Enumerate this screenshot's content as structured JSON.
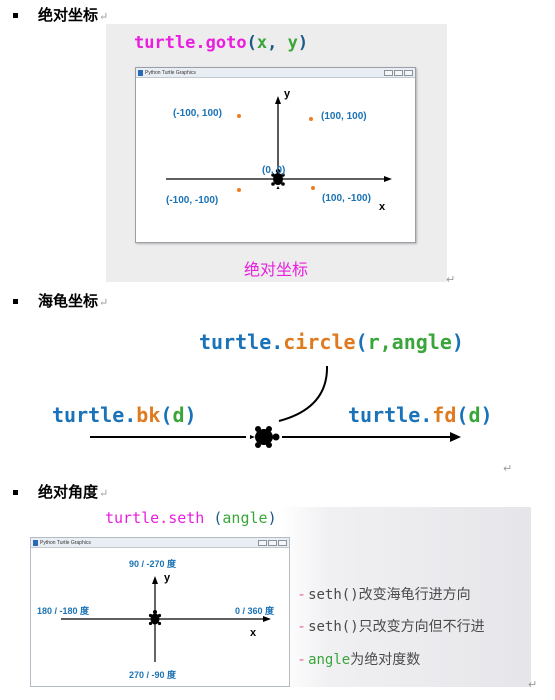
{
  "section1": {
    "heading": "绝对坐标",
    "code": {
      "obj": "turtle.",
      "method": "goto",
      "open": "(",
      "x": "x",
      "comma": ", ",
      "y": "y",
      "close": ")"
    },
    "window_title": "Python Turtle Graphics",
    "points": [
      "(-100, 100)",
      "(100, 100)",
      "(-100, -100)",
      "(100, -100)"
    ],
    "origin": "(0, 0)",
    "x_axis": "x",
    "y_axis": "y",
    "caption": "绝对坐标"
  },
  "section2": {
    "heading": "海龟坐标",
    "circle": {
      "obj": "turtle.",
      "method": "circle",
      "open": "(",
      "args": "r,angle",
      "close": ")"
    },
    "bk": {
      "obj": "turtle.",
      "method": "bk",
      "open": "(",
      "arg": "d",
      "close": ")"
    },
    "fd": {
      "obj": "turtle.",
      "method": "fd",
      "open": "(",
      "arg": "d",
      "close": ")"
    }
  },
  "section3": {
    "heading": "绝对角度",
    "code": {
      "obj": "turtle.",
      "method": "seth",
      "sp": " ",
      "open": "(",
      "arg": "angle",
      "close": ")"
    },
    "window_title": "Python Turtle Graphics",
    "angles": {
      "top": "90 / -270 度",
      "left": "180 / -180 度",
      "right": "0 / 360 度",
      "bottom": "270 / -90 度"
    },
    "x_axis": "x",
    "y_axis": "y",
    "notes": [
      {
        "code": "seth()",
        "text": "改变海龟行进方向"
      },
      {
        "code": "seth()",
        "text": "只改变方向但不行进"
      },
      {
        "code": "angle",
        "text": "为绝对度数"
      }
    ],
    "note_dash": "-"
  },
  "return_mark": "↵",
  "colors": {
    "code_blue": "#1a73b8",
    "code_orange": "#e07a1f",
    "code_green": "#3aa53a",
    "magenta": "#e91ede",
    "coord_blue": "#1a72b4",
    "dot_orange": "#ef7d22"
  }
}
